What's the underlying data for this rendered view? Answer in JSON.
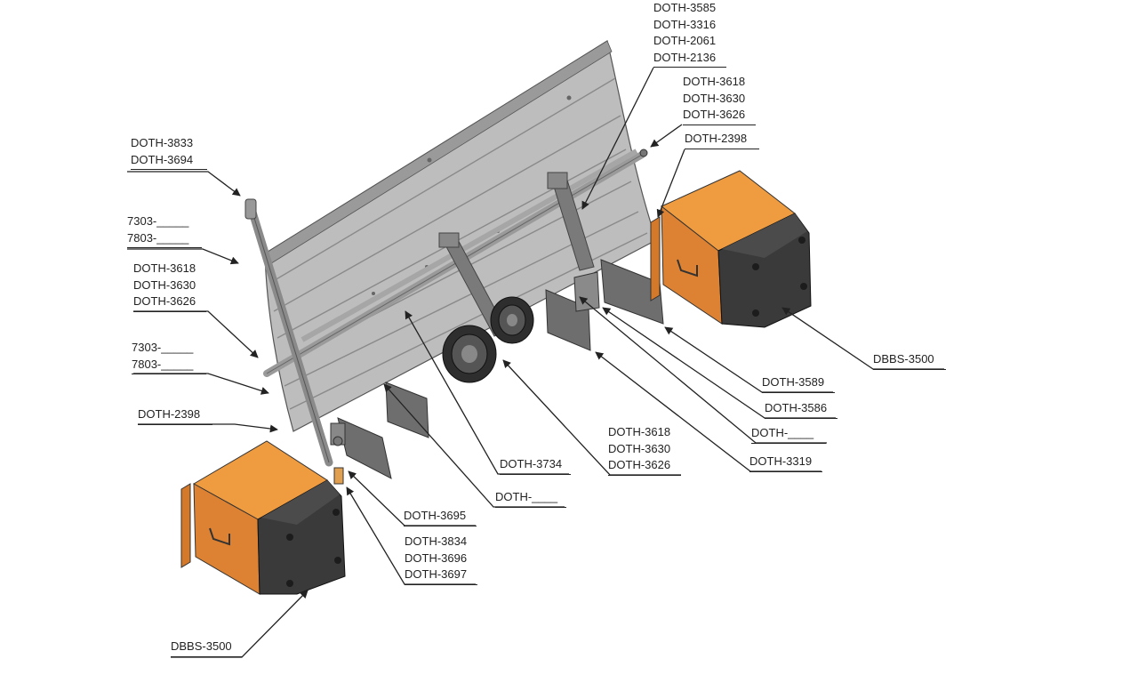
{
  "labels": {
    "top_group": [
      "DOTH-3585",
      "DOTH-3316",
      "DOTH-2061",
      "DOTH-2136"
    ],
    "right_axle_group": [
      "DOTH-3618",
      "DOTH-3630",
      "DOTH-3626"
    ],
    "right_mount": "DOTH-2398",
    "left_pole_top": [
      "DOTH-3833",
      "DOTH-3694"
    ],
    "left_plate_upper": [
      "7303-_____",
      "7803-_____"
    ],
    "left_axle_group": [
      "DOTH-3618",
      "DOTH-3630",
      "DOTH-3626"
    ],
    "left_plate_lower": [
      "7303-_____",
      "7803-_____"
    ],
    "left_mount": "DOTH-2398",
    "right_box": "DBBS-3500",
    "fin_upper": "DOTH-3589",
    "fin_middle": "DOTH-3586",
    "fin_blank": "DOTH-____",
    "fin_lower": "DOTH-3319",
    "center_axle_group": [
      "DOTH-3618",
      "DOTH-3630",
      "DOTH-3626"
    ],
    "spring": "DOTH-3734",
    "center_blank": "DOTH-____",
    "pole_bottom": "DOTH-3695",
    "pole_base_group": [
      "DOTH-3834",
      "DOTH-3696",
      "DOTH-3697"
    ],
    "left_box": "DBBS-3500"
  },
  "colors": {
    "blade": "#b9b9b9",
    "blade_dark": "#8e8e8e",
    "box_orange": "#ee9a3e",
    "box_orange_dark": "#d4782a",
    "box_black": "#3a3a3a",
    "line": "#222222"
  }
}
